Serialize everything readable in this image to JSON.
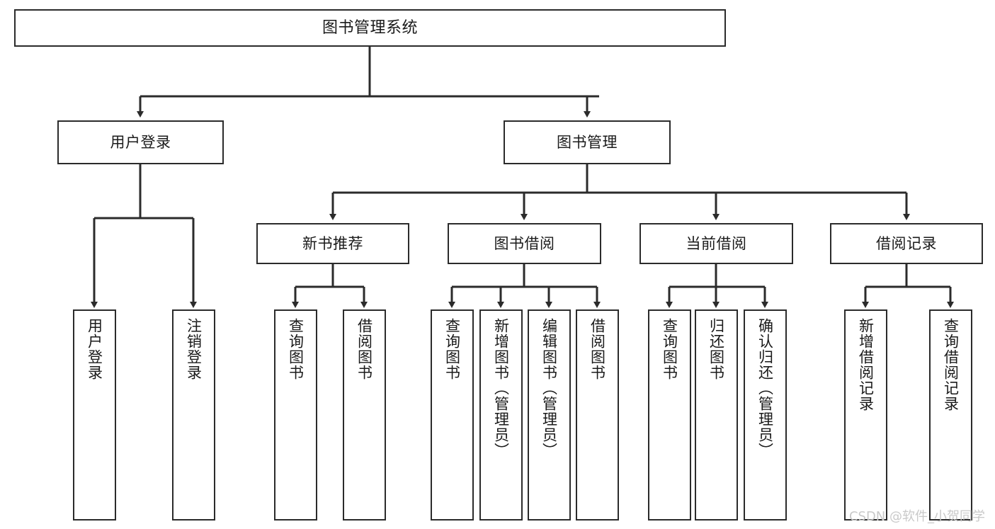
{
  "diagram": {
    "type": "tree-hierarchy-diagram",
    "title": "图书管理系统",
    "line_color": "#2b2b2b",
    "box_fill": "#ffffff",
    "text_color": "#1a1a1a",
    "watermark": "CSDN @软件_小贺同学",
    "levels": {
      "root": "图书管理系统",
      "level2": [
        "用户登录",
        "图书管理"
      ],
      "level3": [
        "新书推荐",
        "图书借阅",
        "当前借阅",
        "借阅记录"
      ]
    },
    "nodes": {
      "root": {
        "label": "图书管理系统"
      },
      "user_login": {
        "label": "用户登录"
      },
      "book_manage": {
        "label": "图书管理"
      },
      "new_book_rec": {
        "label": "新书推荐"
      },
      "book_borrow": {
        "label": "图书借阅"
      },
      "current_borrow": {
        "label": "当前借阅"
      },
      "borrow_record": {
        "label": "借阅记录"
      },
      "leaf_user_login": {
        "label": "用户登录"
      },
      "leaf_logout": {
        "label": "注销登录"
      },
      "leaf_query_book_1": {
        "label": "查询图书"
      },
      "leaf_borrow_book_1": {
        "label": "借阅图书"
      },
      "leaf_query_book_2": {
        "label": "查询图书"
      },
      "leaf_add_book": {
        "label": "新增图书（管理员）"
      },
      "leaf_edit_book": {
        "label": "编辑图书（管理员）"
      },
      "leaf_borrow_book_2": {
        "label": "借阅图书"
      },
      "leaf_query_book_3": {
        "label": "查询图书"
      },
      "leaf_return_book": {
        "label": "归还图书"
      },
      "leaf_confirm_return": {
        "label": "确认归还（管理员）"
      },
      "leaf_add_record": {
        "label": "新增借阅记录"
      },
      "leaf_query_record": {
        "label": "查询借阅记录"
      }
    }
  }
}
